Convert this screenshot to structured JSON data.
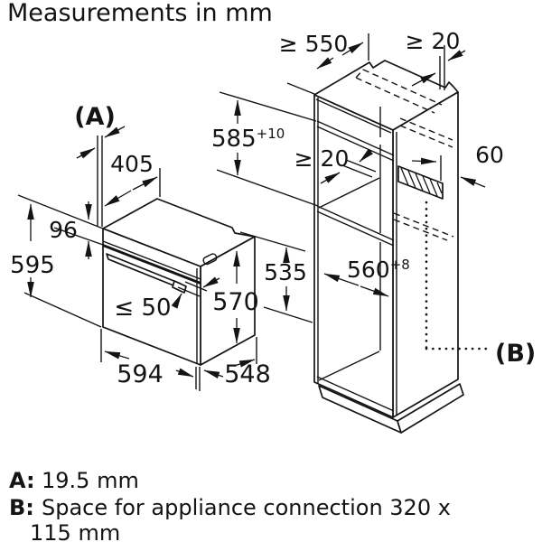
{
  "title": "Measurements in mm",
  "callouts": {
    "a": "(A)",
    "b": "(B)"
  },
  "oven_dims": {
    "top_depth": "405",
    "panel_height": "96",
    "height": "595",
    "handle_clearance": "≤ 50",
    "depth_with_door": "570",
    "width": "594",
    "depth": "548",
    "inner_height": "535"
  },
  "cabinet_dims": {
    "min_depth": "≥ 550",
    "wall_gap_top": "≥ 20",
    "niche_height": "585",
    "niche_height_tol": "+10",
    "wall_gap_mid": "≥ 20",
    "side_offset": "60",
    "inner_width": "560",
    "inner_width_tol": "+8"
  },
  "legend": {
    "a_key": "A:",
    "a_value": "19.5 mm",
    "b_key": "B:",
    "b_value_line1": "Space for appliance connection 320 x",
    "b_value_line2": "115 mm"
  }
}
